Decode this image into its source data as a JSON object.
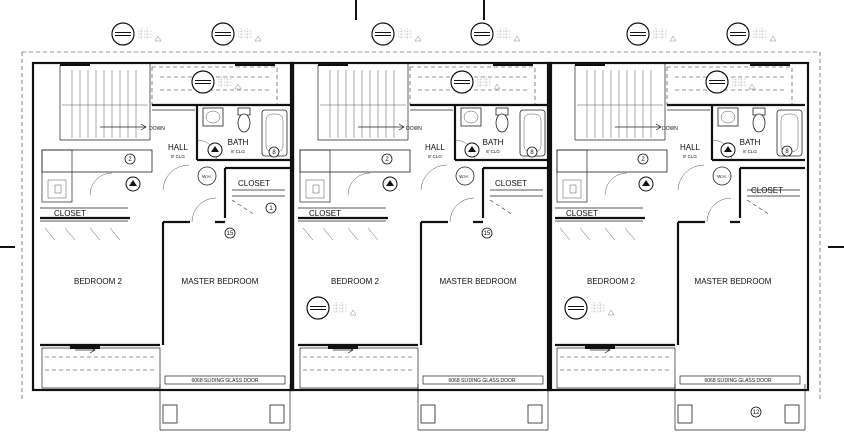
{
  "units": [
    {
      "rooms": {
        "bedroom2": "BEDROOM 2",
        "master": "MASTER BEDROOM",
        "hall": "HALL",
        "hall_note": "8' CLG",
        "bath": "BATH",
        "bath_note": "8' CLG",
        "closet_upper": "CLOSET",
        "closet_lower": "CLOSET"
      },
      "labels": {
        "down": "DOWN",
        "wh": "W.H.",
        "sliding_door": "6068 SLIDING GLASS DOOR"
      },
      "tags": [
        "2",
        "8",
        "1",
        "15"
      ]
    },
    {
      "rooms": {
        "bedroom2": "BEDROOM 2",
        "master": "MASTER BEDROOM",
        "hall": "HALL",
        "hall_note": "8' CLG",
        "bath": "BATH",
        "bath_note": "8' CLG",
        "closet_upper": "CLOSET",
        "closet_lower": "CLOSET"
      },
      "labels": {
        "down": "DOWN",
        "wh": "W.H.",
        "sliding_door": "6068 SLIDING GLASS DOOR"
      },
      "tags": [
        "2",
        "8",
        "15"
      ]
    },
    {
      "rooms": {
        "bedroom2": "BEDROOM 2",
        "master": "MASTER BEDROOM",
        "hall": "HALL",
        "hall_note": "8' CLG",
        "bath": "BATH",
        "bath_note": "8' CLG",
        "closet_upper": "CLOSET",
        "closet_lower": "CLOSET"
      },
      "labels": {
        "down": "DOWN",
        "wh": "W.H.",
        "sliding_door": "6068 SLIDING GLASS DOOR"
      },
      "tags": [
        "2",
        "8",
        "12"
      ]
    }
  ]
}
